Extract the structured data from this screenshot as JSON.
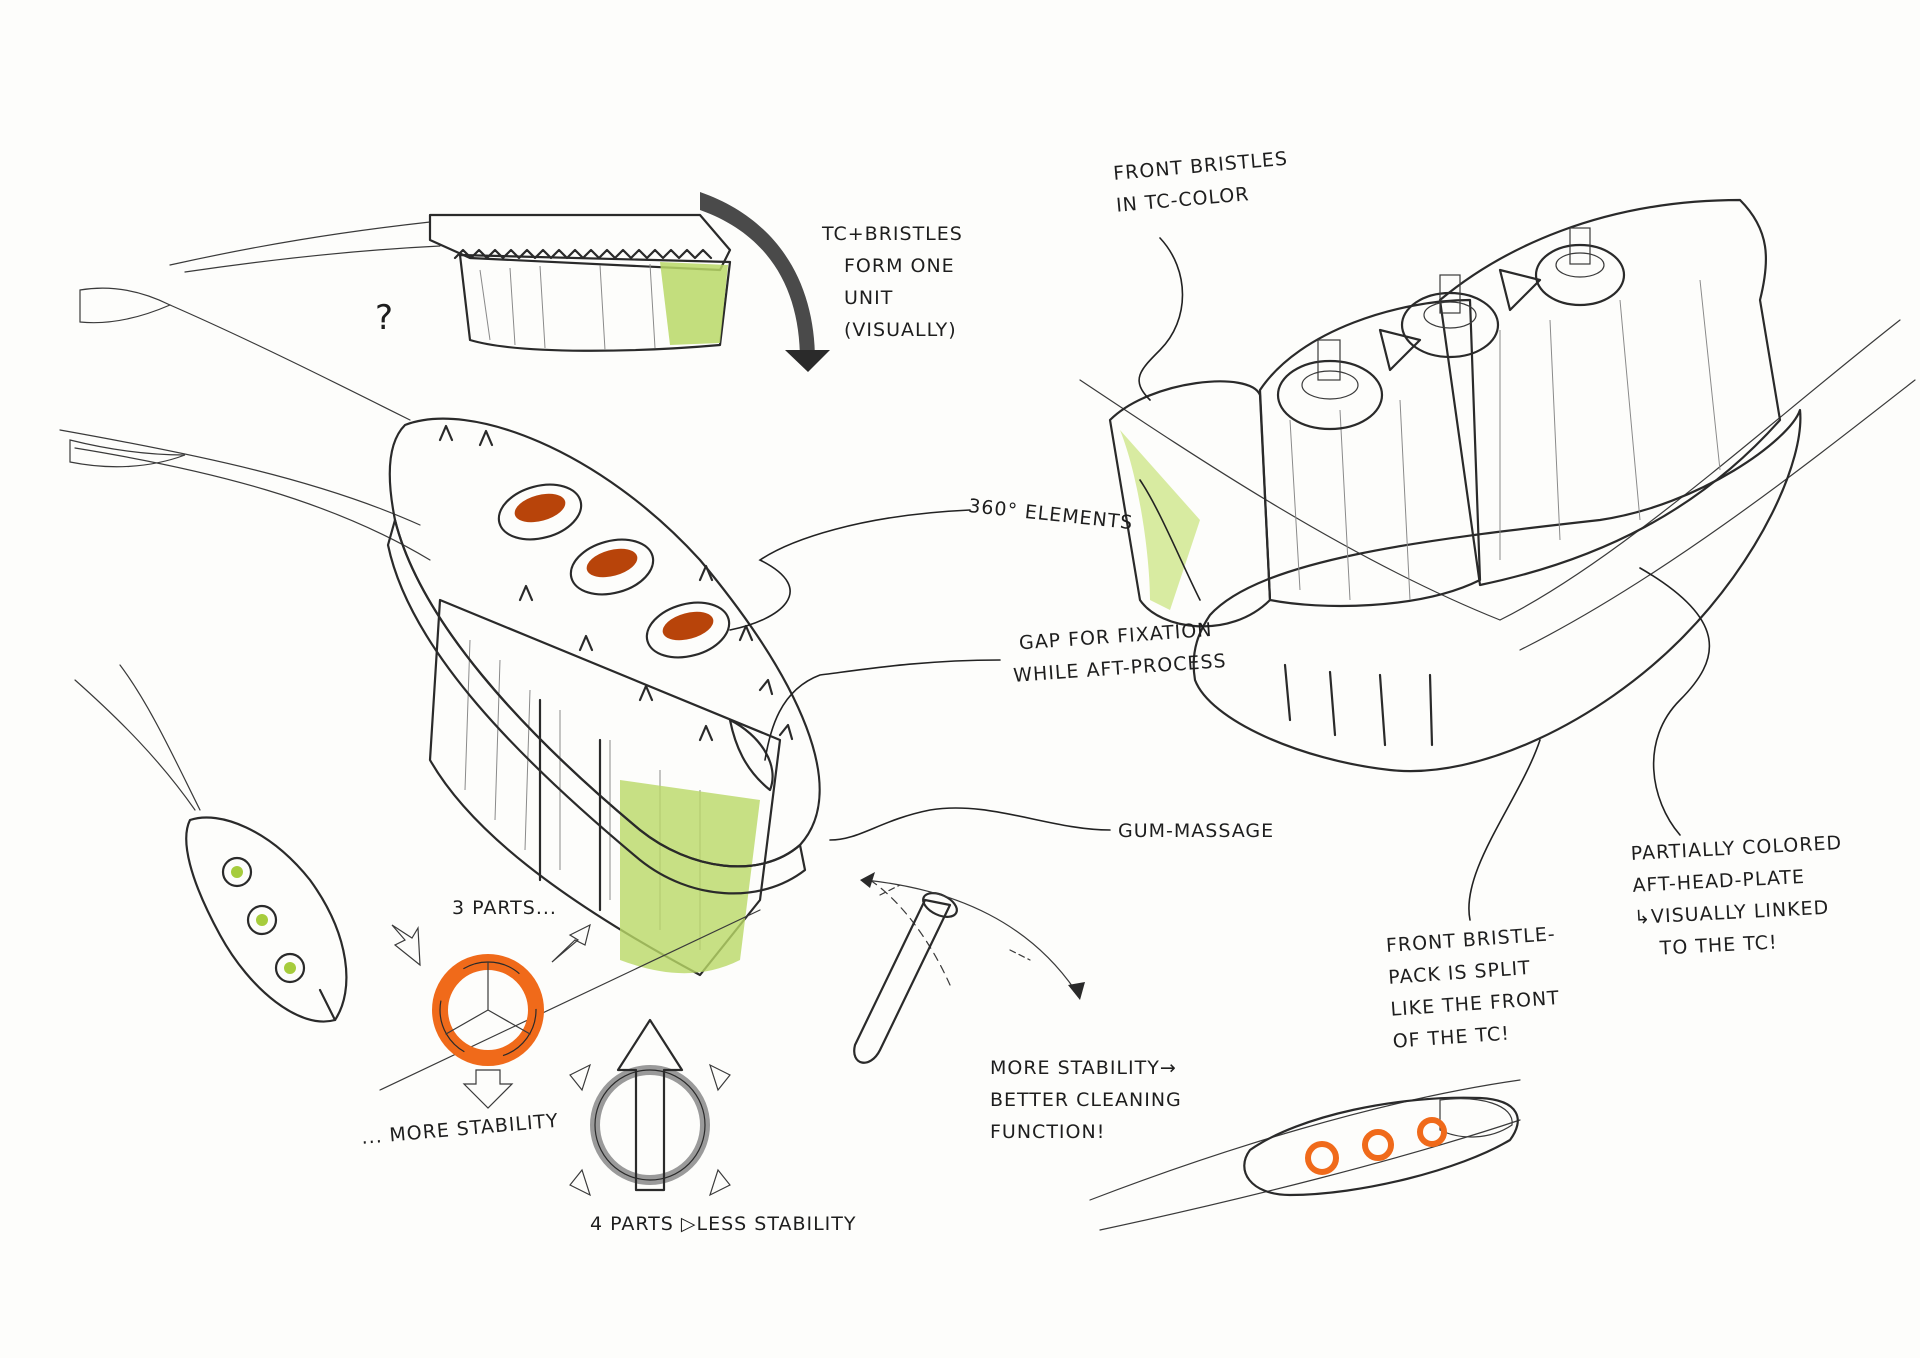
{
  "colors": {
    "paper": "#fdfdfb",
    "ink": "#2a2a2a",
    "green": "#a6cc3c",
    "green_dark": "#6f9a1e",
    "orange": "#f06a1a",
    "grey": "#c9c9c9"
  },
  "annotations": {
    "tc_bristles": [
      "TC+BRISTLES",
      "FORM ONE",
      "UNIT",
      "(VISUALLY)"
    ],
    "question": "?",
    "front_bristles_color": [
      "FRONT BRISTLES",
      "IN TC-COLOR"
    ],
    "elements_360": "360° ELEMENTS",
    "gap_fixation": [
      "GAP FOR FIXATION",
      "WHILE AFT-PROCESS"
    ],
    "gum_massage": "GUM-MASSAGE",
    "three_parts": "3 PARTS...",
    "more_stability": "... MORE STABILITY",
    "four_parts": "4 PARTS ▷LESS STABILITY",
    "more_stability_cleaning": [
      "MORE STABILITY→",
      "BETTER CLEANING",
      "FUNCTION!"
    ],
    "front_bristle_pack": [
      "FRONT BRISTLE-",
      "PACK IS SPLIT",
      "LIKE THE FRONT",
      "OF THE TC!"
    ],
    "partially_colored": [
      "PARTIALLY COLORED",
      "AFT-HEAD-PLATE",
      "↳VISUALLY LINKED",
      "TO THE TC!"
    ]
  },
  "sketches": {
    "top_head_icon": "top-bristle-head-sketch",
    "main_head_icon": "main-brush-head-sketch",
    "side_head_icon": "side-view-head-sketch",
    "right_head_icon": "perspective-head-sketch",
    "ring_three_icon": "three-part-ring-icon",
    "ring_four_icon": "four-part-ring-icon",
    "cylinder_icon": "rotating-element-icon",
    "bottom_head_icon": "bottom-view-head-sketch"
  }
}
